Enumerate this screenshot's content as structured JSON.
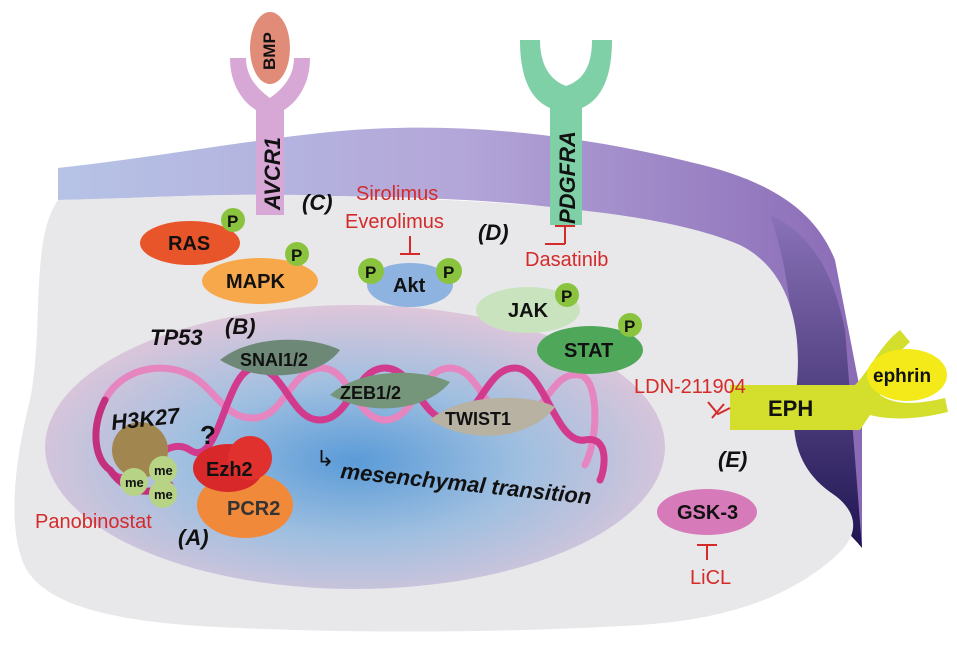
{
  "colors": {
    "inhibit": "#d42a2a",
    "cell_fill": "#e8e8ea",
    "membrane_top": "#a9a6d8",
    "membrane_dark": "#2a1a5e",
    "nucleus": "#e8c6d8",
    "dna": "#d23a8e",
    "ras": "#e8552a",
    "mapk": "#f7a84a",
    "akt": "#8eb3e0",
    "jak": "#c9e3bf",
    "stat": "#4fa85a",
    "gsk3": "#d77ab9",
    "phospho": "#8ac43f",
    "eph": "#d3df2c",
    "bmp": "#e08c78",
    "avcr1": "#d7a7d6",
    "pdgfra": "#7fcfa7",
    "ezh2": "#d8282a",
    "pcr2": "#f08a3a",
    "histone": "#a28650",
    "methyl": "#b7d486"
  },
  "receptors": {
    "bmp": "BMP",
    "avcr1": "AVCR1",
    "pdgfra": "PDGFRA",
    "eph": "EPH",
    "ephrin": "ephrin"
  },
  "proteins": {
    "ras": "RAS",
    "mapk": "MAPK",
    "akt": "Akt",
    "jak": "JAK",
    "stat": "STAT",
    "gsk3": "GSK-3",
    "ezh2": "Ezh2",
    "pcr2": "PCR2",
    "phospho": "P",
    "methyl": "me"
  },
  "transcription_factors": {
    "snai": "SNAI1/2",
    "zeb": "ZEB1/2",
    "twist": "TWIST1"
  },
  "genes": {
    "tp53": "TP53",
    "h3k27": "H3K27",
    "question": "?",
    "transition": "mesenchymal transition",
    "arrow": "↳"
  },
  "drugs": {
    "sirolimus": "Sirolimus",
    "everolimus": "Everolimus",
    "dasatinib": "Dasatinib",
    "ldn": "LDN-211904",
    "licl": "LiCL",
    "panobinostat": "Panobinostat"
  },
  "sections": {
    "a": "(A)",
    "b": "(B)",
    "c": "(C)",
    "d": "(D)",
    "e": "(E)"
  }
}
